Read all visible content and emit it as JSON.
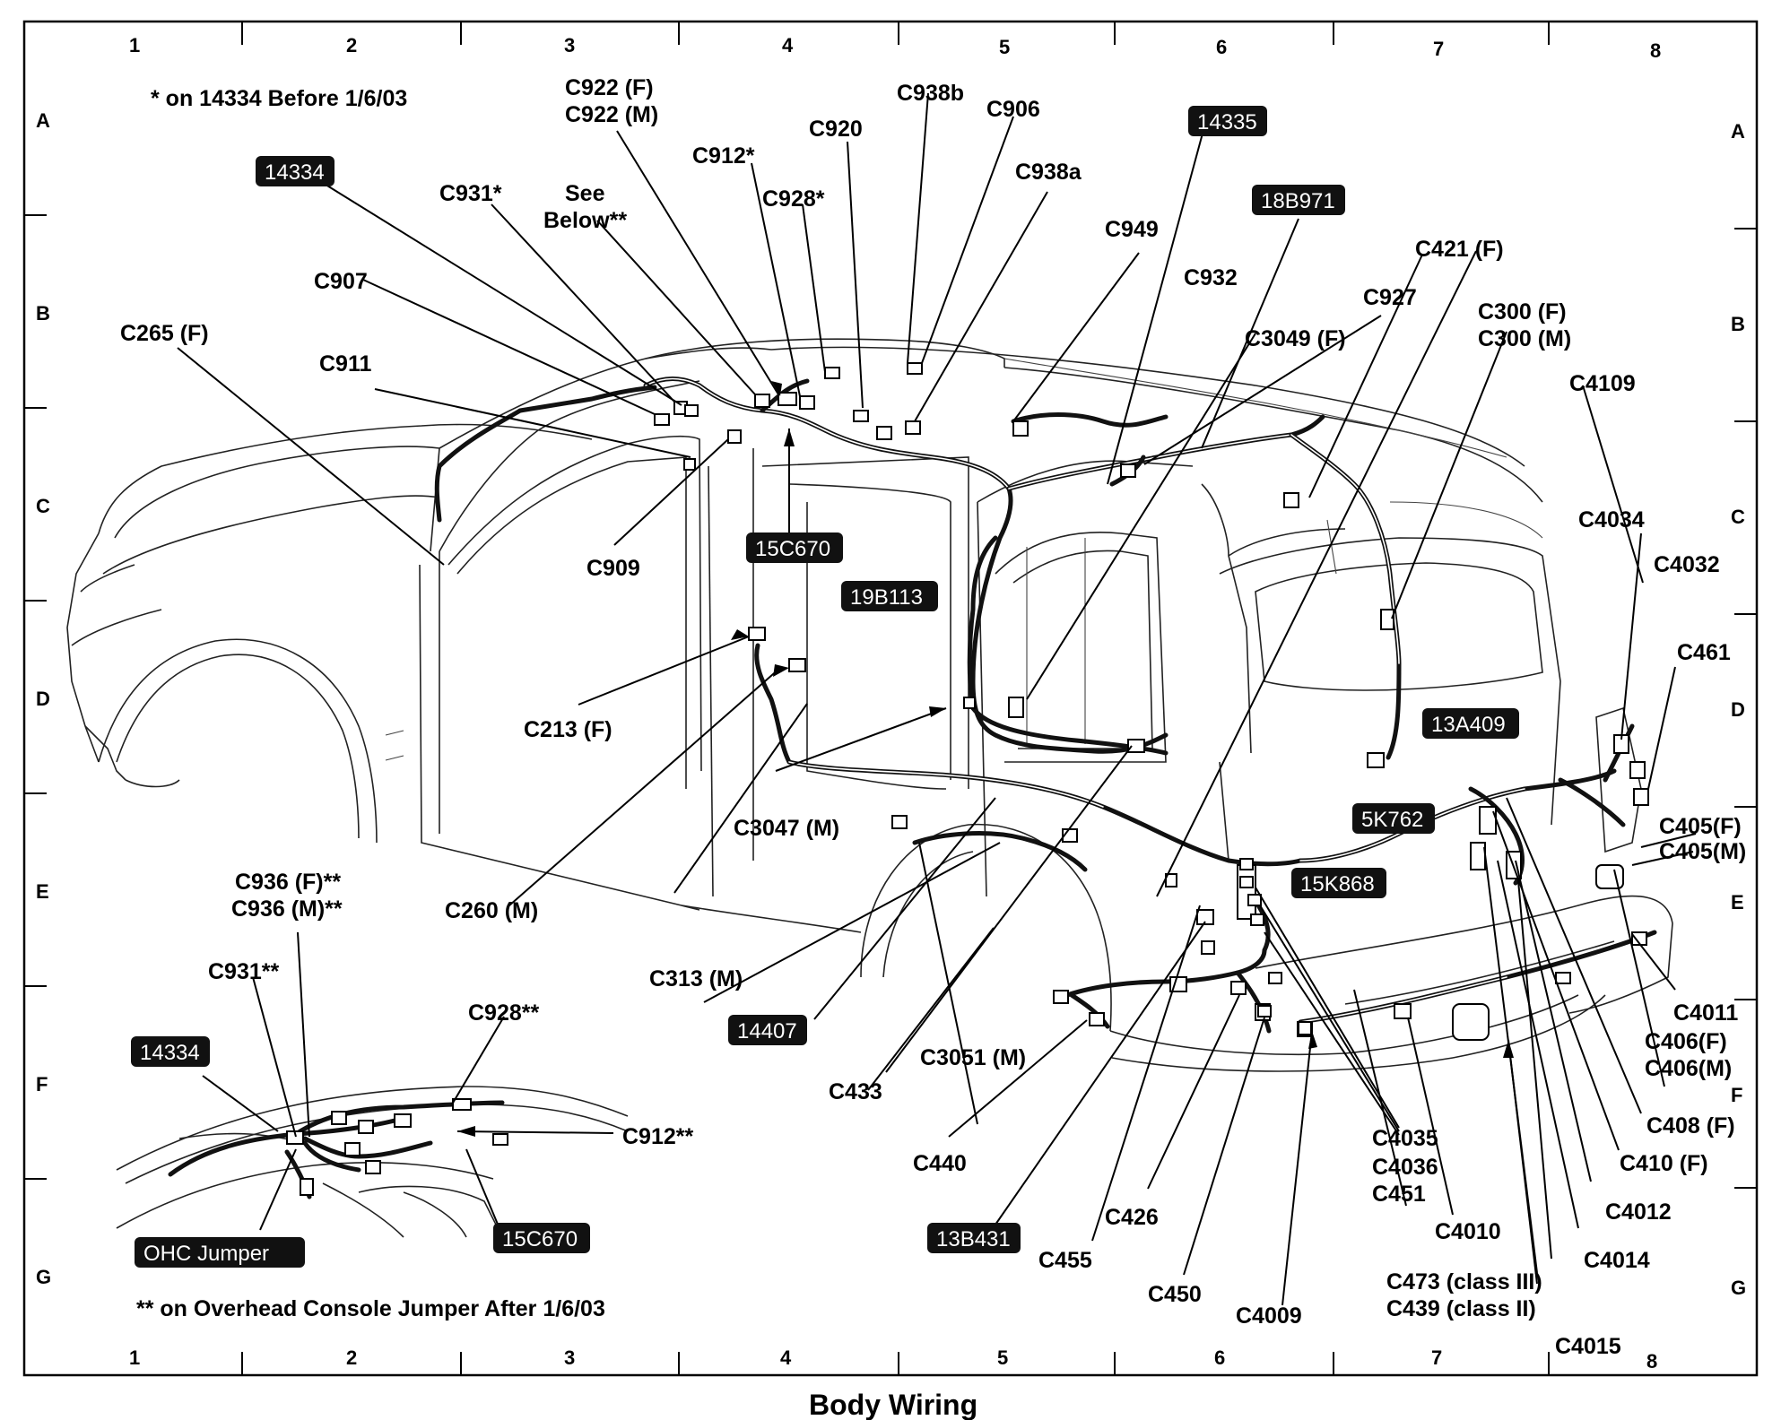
{
  "caption": "Body Wiring",
  "notes": {
    "top": "* on 14334 Before 1/6/03",
    "bottom": "** on Overhead Console Jumper After 1/6/03"
  },
  "grid": {
    "columns": [
      "1",
      "2",
      "3",
      "4",
      "5",
      "6",
      "7",
      "8"
    ],
    "rows": [
      "A",
      "B",
      "C",
      "D",
      "E",
      "F",
      "G"
    ]
  },
  "labels": {
    "c922": "C922 (F)",
    "c922m": "C922 (M)",
    "c938b": "C938b",
    "c906": "C906",
    "c920": "C920",
    "c912s": "C912*",
    "c931s": "C931*",
    "see_below_1": "See",
    "see_below_2": "Below**",
    "c928s": "C928*",
    "c938a": "C938a",
    "c949": "C949",
    "c932": "C932",
    "c421f": "C421 (F)",
    "c927": "C927",
    "c3049f": "C3049 (F)",
    "c300f": "C300 (F)",
    "c300m": "C300 (M)",
    "c907": "C907",
    "c265f": "C265 (F)",
    "c911": "C911",
    "c4109": "C4109",
    "c909": "C909",
    "c4034": "C4034",
    "c4032": "C4032",
    "c461": "C461",
    "c213f": "C213 (F)",
    "c3047m": "C3047 (M)",
    "c405f": "C405(F)",
    "c405m": "C405(M)",
    "c260m": "C260 (M)",
    "c936f": "C936 (F)**",
    "c936m": "C936 (M)**",
    "c931ss": "C931**",
    "c928ss": "C928**",
    "c313m": "C313 (M)",
    "c4011": "C4011",
    "c406f": "C406(F)",
    "c406m": "C406(M)",
    "c912ss": "C912**",
    "c433": "C433",
    "c3051m": "C3051 (M)",
    "c440": "C440",
    "c408f": "C408 (F)",
    "c4035": "C4035",
    "c4036": "C4036",
    "c451": "C451",
    "c410f": "C410 (F)",
    "c4012": "C4012",
    "c426": "C426",
    "c4010": "C4010",
    "c455": "C455",
    "c4014": "C4014",
    "c450": "C450",
    "c473": "C473 (class III)",
    "c439": "C439 (class II)",
    "c4009": "C4009",
    "c4015": "C4015"
  },
  "badges": {
    "b14335": "14335",
    "b14334": "14334",
    "b18b971": "18B971",
    "b15c670": "15C670",
    "b19b113": "19B113",
    "b13a409": "13A409",
    "b5k762": "5K762",
    "b15k868": "15K868",
    "b14407": "14407",
    "b13b431": "13B431",
    "b14334_inset": "14334",
    "b15c670_inset": "15C670",
    "ohc": "OHC Jumper"
  }
}
